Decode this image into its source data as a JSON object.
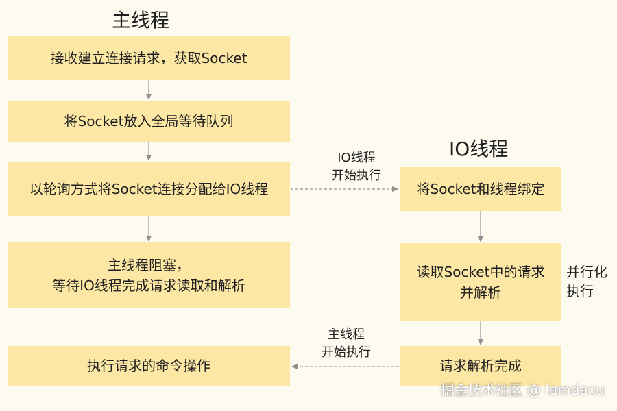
{
  "main_thread": {
    "title": "主线程",
    "steps": [
      {
        "lines": [
          "接收建立连接请求，获取Socket"
        ]
      },
      {
        "lines": [
          "将Socket放入全局等待队列"
        ]
      },
      {
        "lines": [
          "以轮询方式将Socket连接分配给IO线程"
        ]
      },
      {
        "lines": [
          "主线程阻塞，",
          "等待IO线程完成请求读取和解析"
        ]
      },
      {
        "lines": [
          "执行请求的命令操作"
        ]
      }
    ]
  },
  "io_thread": {
    "title": "IO线程",
    "steps": [
      {
        "lines": [
          "将Socket和线程绑定"
        ]
      },
      {
        "lines": [
          "读取Socket中的请求",
          "并解析"
        ]
      },
      {
        "lines": [
          "请求解析完成"
        ]
      }
    ],
    "side_label": [
      "并行化",
      "执行"
    ]
  },
  "connectors": {
    "to_io": [
      "IO线程",
      "开始执行"
    ],
    "to_main": [
      "主线程",
      "开始执行"
    ]
  },
  "watermark": "掘金技术社区 @ lamdaxu",
  "colors": {
    "box_fill": "#fde7a5",
    "background": "#fdfaf0",
    "arrow": "#9a9a9a"
  }
}
